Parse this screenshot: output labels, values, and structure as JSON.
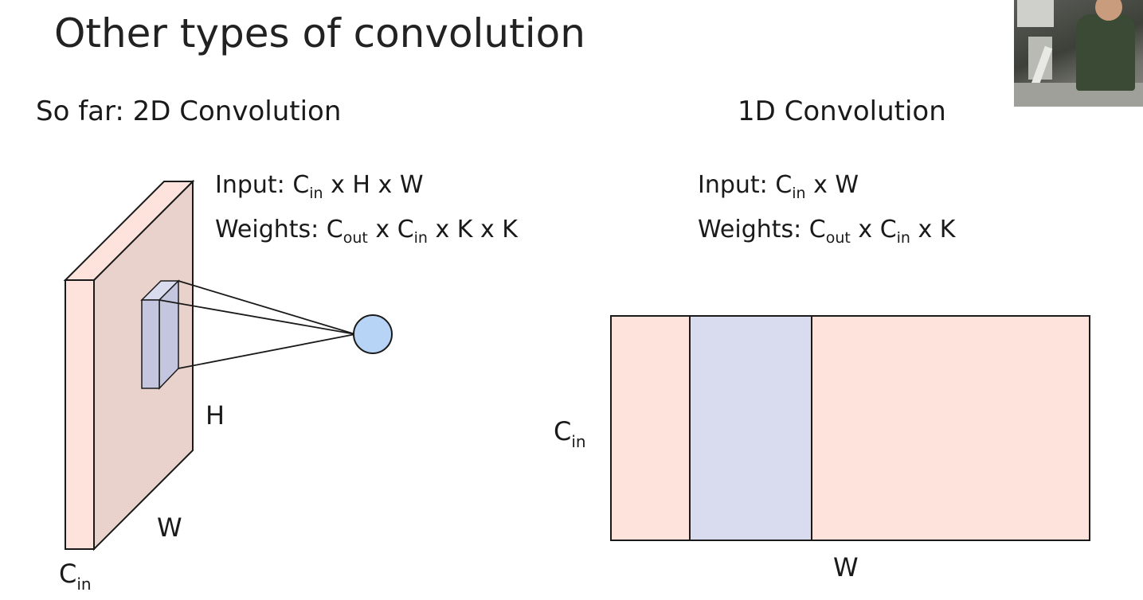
{
  "title": "Other types of convolution",
  "left": {
    "subtitle": "So far: 2D Convolution",
    "input_label": "Input: ",
    "input_cin_base": "C",
    "input_cin_sub": "in",
    "input_rest": " x H x W",
    "weights_label": "Weights: ",
    "weights_cout_base": "C",
    "weights_cout_sub": "out",
    "weights_x1": " x ",
    "weights_cin_base": "C",
    "weights_cin_sub": "in",
    "weights_rest": " x K x K",
    "label_h": "H",
    "label_w": "W",
    "label_cin_base": "C",
    "label_cin_sub": "in"
  },
  "right": {
    "subtitle": "1D Convolution",
    "input_label": "Input: ",
    "input_cin_base": "C",
    "input_cin_sub": "in",
    "input_rest": " x W",
    "weights_label": "Weights: ",
    "weights_cout_base": "C",
    "weights_cout_sub": "out",
    "weights_x1": " x ",
    "weights_cin_base": "C",
    "weights_cin_sub": "in",
    "weights_rest": " x K",
    "label_cin_base": "C",
    "label_cin_sub": "in",
    "label_w": "W"
  },
  "colors": {
    "input_fill": "#fde3dc",
    "input_side_fill": "#e8d2cb",
    "kernel_fill": "#d9dbee",
    "kernel_side_fill": "#c4c6e0",
    "output_fill": "#b7d4f6",
    "stroke": "#1a1a1a"
  }
}
